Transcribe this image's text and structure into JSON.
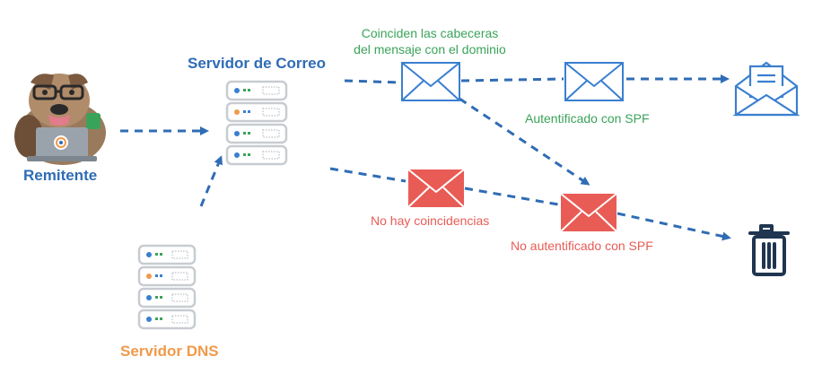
{
  "labels": {
    "sender": "Remitente",
    "mail_server": "Servidor de Correo",
    "dns_server": "Servidor DNS",
    "headers_match_line1": "Coinciden las cabeceras",
    "headers_match_line2": "del mensaje con el dominio",
    "spf_authenticated": "Autentificado con SPF",
    "no_match": "No hay coincidencias",
    "spf_not_authenticated": "No autentificado con SPF"
  },
  "colors": {
    "blue": "#2f6cb5",
    "orange": "#f09a4a",
    "green": "#3aa35a",
    "red": "#e85c55",
    "server_gray": "#c8ccd1"
  },
  "icons": {
    "sender": "mascot-dog-with-laptop",
    "mail_server": "server-rack-icon",
    "dns_server": "server-rack-icon",
    "valid_mail": "envelope-outline-icon",
    "invalid_mail": "envelope-filled-icon",
    "inbox": "open-envelope-icon",
    "trash": "trash-can-icon"
  }
}
